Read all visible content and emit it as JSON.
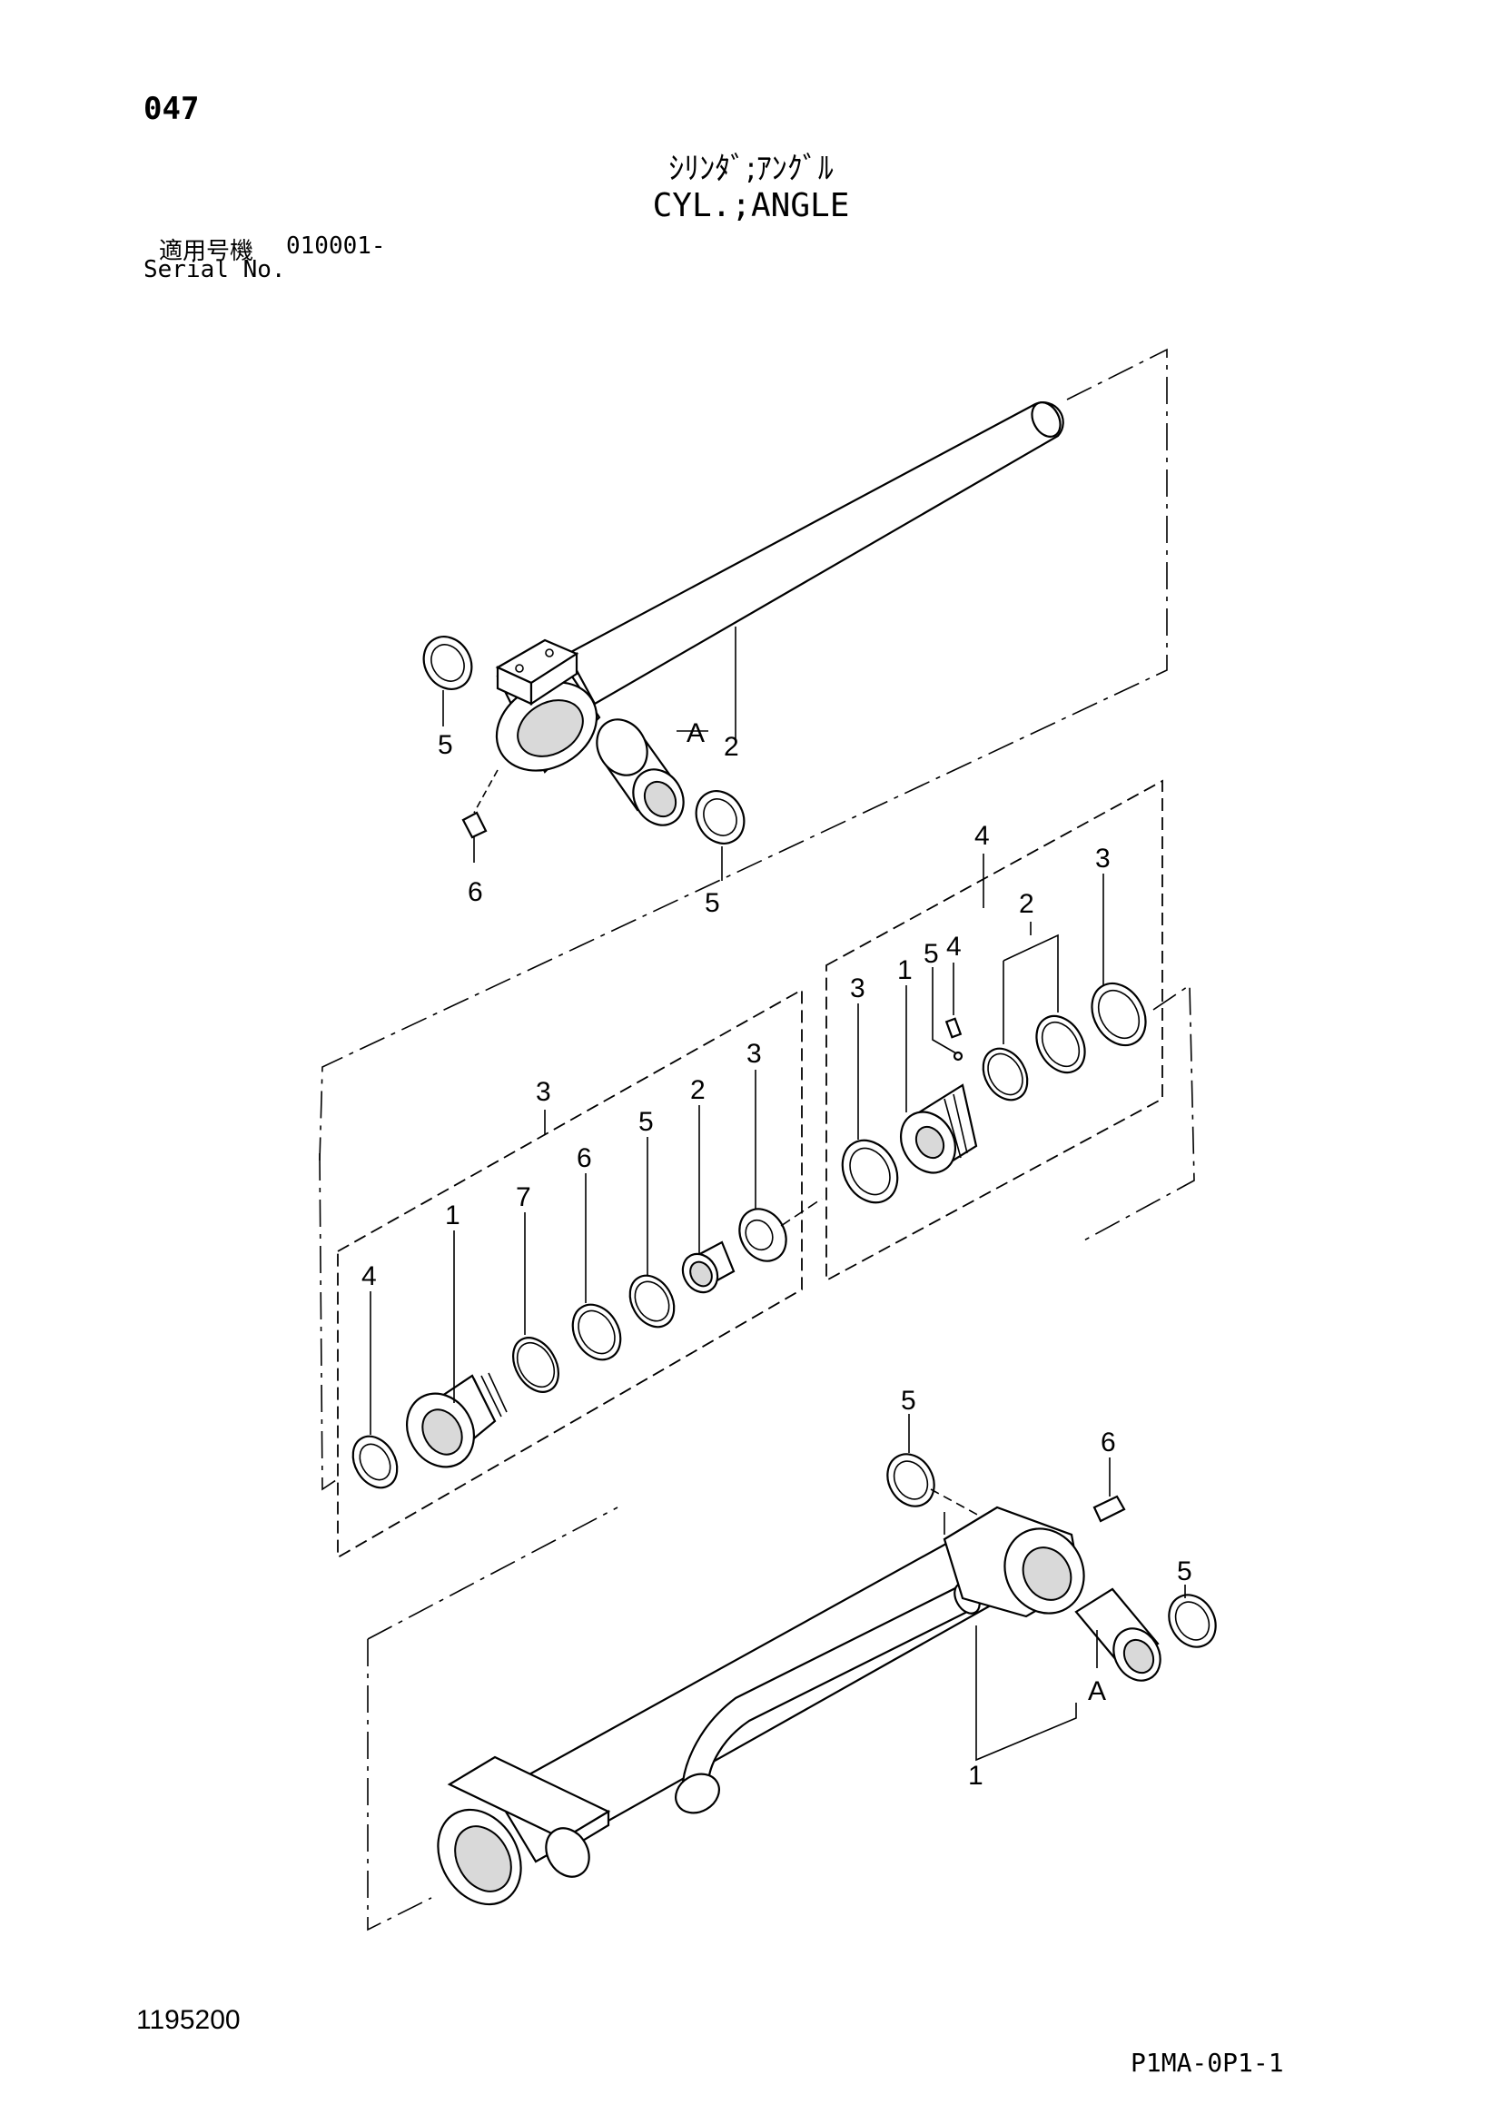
{
  "header": {
    "page_number": "047",
    "title_jp": "ｼﾘﾝﾀﾞ;ｱﾝｸﾞﾙ",
    "title_en": "CYL.;ANGLE",
    "serial_label_jp": "適用号機",
    "serial_value": "010001-",
    "serial_label_en": "Serial No."
  },
  "footer": {
    "drawing_number": "1195200",
    "page_code": "P1MA-0P1-1"
  },
  "callouts": {
    "rod_seal_left": "5",
    "rod_a": "A",
    "rod_2": "2",
    "rod_seal_bottom": "5",
    "rod_grease": "6",
    "piston_group": "4",
    "piston_1": "1",
    "piston_5": "5",
    "piston_4": "4",
    "piston_2": "2",
    "piston_3_left": "3",
    "piston_3_right": "3",
    "head_group": "3",
    "head_1": "1",
    "head_7": "7",
    "head_6": "6",
    "head_5": "5",
    "head_2": "2",
    "head_3": "3",
    "head_4": "4",
    "tube_seal_top": "5",
    "tube_grease": "6",
    "tube_seal_right": "5",
    "tube_a": "A",
    "tube_1": "1"
  }
}
